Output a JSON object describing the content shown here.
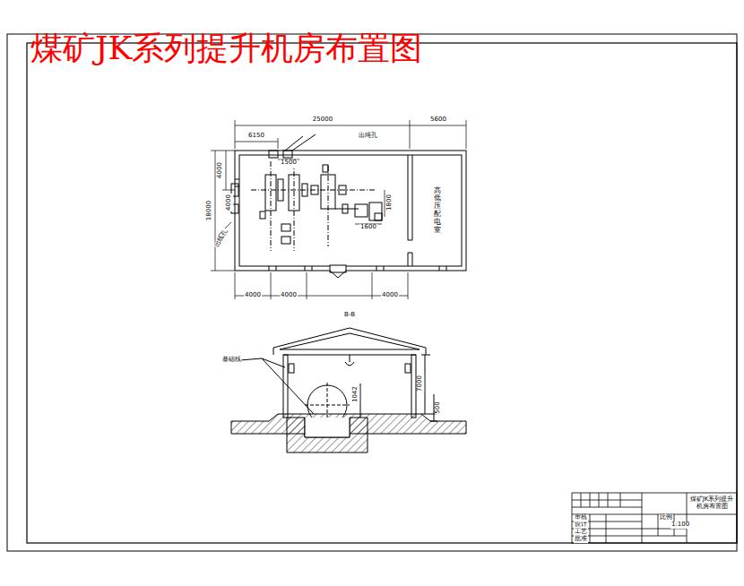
{
  "diagram": {
    "title": "煤矿JK系列提升机房布置图",
    "nodes": [
      {
        "text": [
          "高低压配电室"
        ]
      }
    ],
    "labels": [
      "25000",
      "5600",
      "6150",
      "出绳孔",
      "1500",
      "4000",
      "18000",
      "4000",
      "出线孔",
      "1800",
      "1600",
      "4000",
      "4000",
      "4000",
      "B-B",
      "基础线",
      "1042",
      "7000",
      "500",
      "设计",
      "审核",
      "工艺",
      "批准",
      "比例",
      "1:100",
      "煤矿JK系列提升机房布置图"
    ]
  }
}
